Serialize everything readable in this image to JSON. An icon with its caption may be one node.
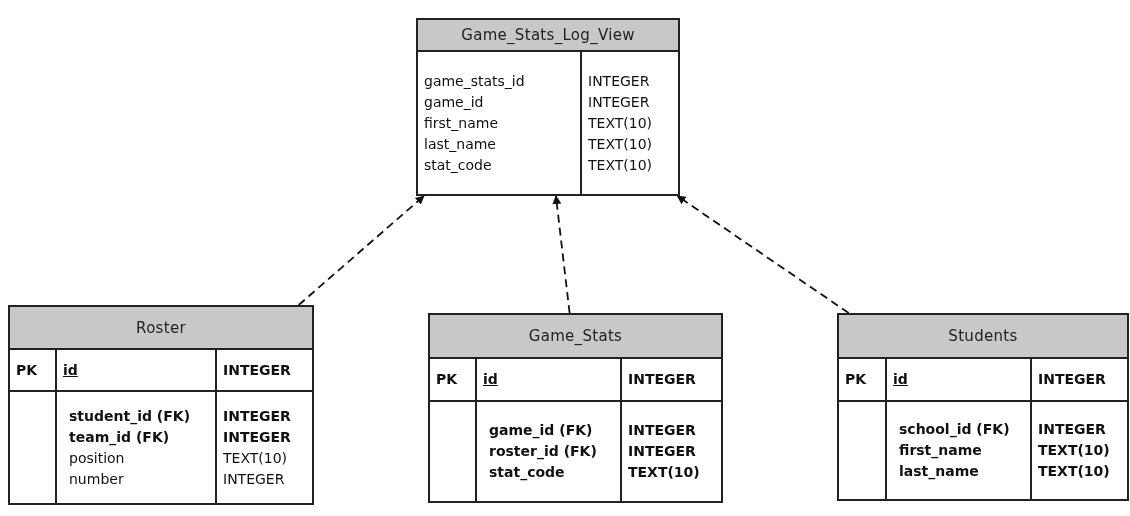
{
  "diagram": {
    "nodes": [
      {
        "text": [
          "Game_Stats_Log_View",
          "game_stats_id",
          "INTEGER",
          "game_id",
          "INTEGER",
          "first_name",
          "TEXT(10)",
          "last_name",
          "TEXT(10)",
          "stat_code",
          "TEXT(10)"
        ]
      },
      {
        "text": [
          "Roster",
          "PK",
          "id",
          "INTEGER",
          "student_id (FK)",
          "INTEGER",
          "team_id (FK)",
          "INTEGER",
          "position",
          "TEXT(10)",
          "number",
          "INTEGER"
        ]
      },
      {
        "text": [
          "Game_Stats",
          "PK",
          "id",
          "INTEGER",
          "game_id (FK)",
          "INTEGER",
          "roster_id (FK)",
          "INTEGER",
          "stat_code",
          "TEXT(10)"
        ]
      },
      {
        "text": [
          "Students",
          "PK",
          "id",
          "INTEGER",
          "school_id (FK)",
          "INTEGER",
          "first_name",
          "TEXT(10)",
          "last_name",
          "TEXT(10)"
        ]
      }
    ],
    "edges": [
      {
        "from": 1,
        "to": 0,
        "arrow": "to",
        "style": "dashed"
      },
      {
        "from": 2,
        "to": 0,
        "arrow": "to",
        "style": "dashed"
      },
      {
        "from": 3,
        "to": 0,
        "arrow": "to",
        "style": "dashed"
      }
    ]
  }
}
